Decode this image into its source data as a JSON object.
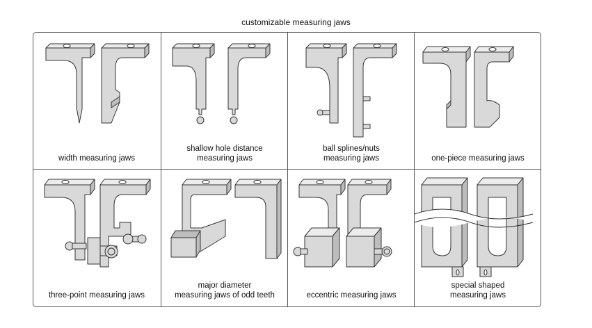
{
  "title": "customizable measuring jaws",
  "cells": [
    {
      "label_lines": [
        "width measuring jaws"
      ]
    },
    {
      "label_lines": [
        "shallow hole distance",
        "measuring jaws"
      ]
    },
    {
      "label_lines": [
        "ball splines/nuts",
        "measuring jaws"
      ]
    },
    {
      "label_lines": [
        "one-piece measuring jaws"
      ]
    },
    {
      "label_lines": [
        "three-point measuring jaws"
      ]
    },
    {
      "label_lines": [
        "major diameter",
        "measuring jaws of odd teeth"
      ]
    },
    {
      "label_lines": [
        "eccentric measuring jaws"
      ]
    },
    {
      "label_lines": [
        "special shaped",
        "measuring jaws"
      ]
    }
  ]
}
